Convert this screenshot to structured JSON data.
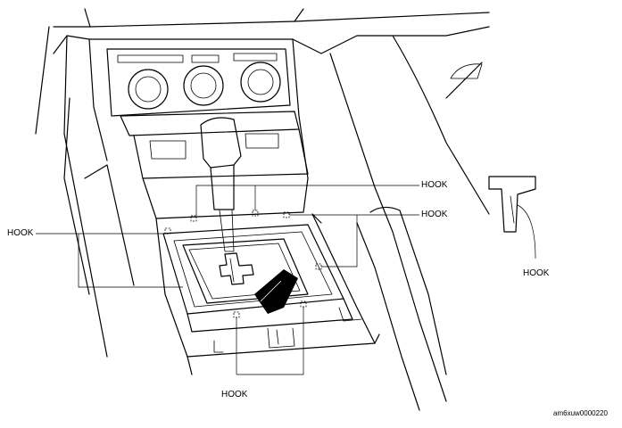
{
  "labels": {
    "hook_top_right": "HOOK",
    "hook_mid_right": "HOOK",
    "hook_left": "HOOK",
    "hook_bottom": "HOOK",
    "hook_detail": "HOOK"
  },
  "figure_code": "am6xuw0000220"
}
